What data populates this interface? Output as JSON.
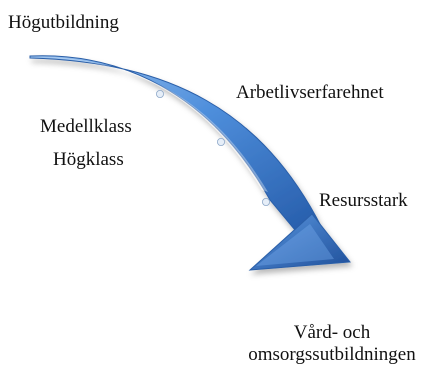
{
  "diagram": {
    "start_label": "Högutbildning",
    "end_label_line1": "Vård- och",
    "end_label_line2": "omsorgssutbildningen",
    "side_labels": {
      "arbetslivserfarenhet": "Arbetlivserfarehnet",
      "medellklass": "Medellklass",
      "hogklass": "Högklass",
      "resursstark": "Resursstark"
    },
    "arrow_markers": 3,
    "colors": {
      "arrow_light": "#7fb0e6",
      "arrow_mid": "#3f7fd0",
      "arrow_dark": "#1f4f9a",
      "marker": "#dfe8f3"
    }
  }
}
